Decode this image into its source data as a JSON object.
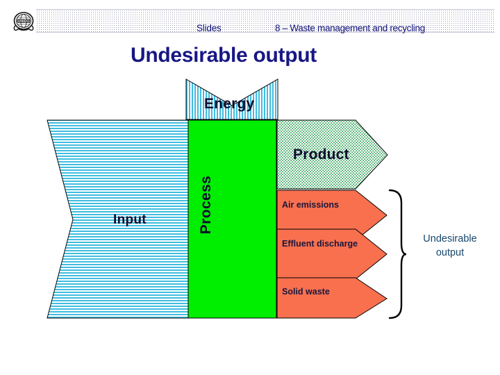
{
  "header": {
    "logo_icon": "unido-emblem-icon",
    "slides_label": "Slides",
    "topic_label": "8 – Waste management and recycling"
  },
  "title": "Undesirable output",
  "diagram": {
    "type": "process-flow",
    "energy": {
      "label": "Energy",
      "shape": "down-chevron",
      "fill": "#5ec8e8",
      "pattern": "vertical-stripes"
    },
    "input": {
      "label": "Input",
      "shape": "left-notched-flag",
      "fill": "#6ecbe0",
      "pattern": "horizontal-stripes"
    },
    "process": {
      "label": "Process",
      "shape": "rectangle",
      "fill": "#00ee00",
      "orientation": "vertical-text"
    },
    "product": {
      "label": "Product",
      "shape": "right-arrow",
      "fill": "#cdeccd",
      "pattern": "dots"
    },
    "undesirable_outputs": {
      "bracket": "right-curly-brace",
      "group_label": "Undesirable output",
      "group_label_color": "#16456b",
      "items": [
        {
          "label": "Air emissions",
          "shape": "right-arrow",
          "fill": "#f9704f"
        },
        {
          "label": "Effluent discharge",
          "shape": "right-arrow",
          "fill": "#f9704f"
        },
        {
          "label": "Solid waste",
          "shape": "right-arrow",
          "fill": "#f9704f"
        }
      ]
    }
  },
  "colors": {
    "title": "#171785",
    "header_text": "#11117a",
    "cyan": "#5ec8e8",
    "green": "#00ee00",
    "orange": "#f9704f",
    "product_green": "#cdeccd",
    "outline": "#000000"
  }
}
